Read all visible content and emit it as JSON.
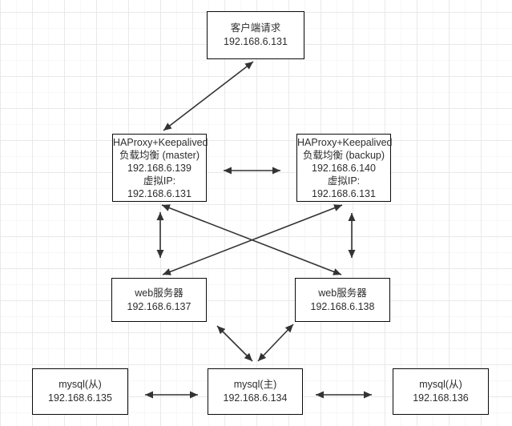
{
  "diagram": {
    "type": "network-architecture",
    "nodes": [
      {
        "id": "client",
        "lines": [
          "客户端请求",
          "192.168.6.131"
        ]
      },
      {
        "id": "haproxy-master",
        "lines": [
          "HAProxy+Keepalived",
          "负载均衡 (master)",
          "192.168.6.139",
          "虚拟IP:",
          "192.168.6.131"
        ]
      },
      {
        "id": "haproxy-backup",
        "lines": [
          "HAProxy+Keepalived",
          "负载均衡 (backup)",
          "192.168.6.140",
          "虚拟IP:",
          "192.168.6.131"
        ]
      },
      {
        "id": "web-1",
        "lines": [
          "web服务器",
          "192.168.6.137"
        ]
      },
      {
        "id": "web-2",
        "lines": [
          "web服务器",
          "192.168.6.138"
        ]
      },
      {
        "id": "mysql-slave-1",
        "lines": [
          "mysql(从)",
          "192.168.6.135"
        ]
      },
      {
        "id": "mysql-master",
        "lines": [
          "mysql(主)",
          "192.168.6.134"
        ]
      },
      {
        "id": "mysql-slave-2",
        "lines": [
          "mysql(从)",
          "192.168.136"
        ]
      }
    ],
    "edges": [
      {
        "from": "client",
        "to": "haproxy-master",
        "bidirectional": true
      },
      {
        "from": "haproxy-master",
        "to": "haproxy-backup",
        "bidirectional": true
      },
      {
        "from": "haproxy-master",
        "to": "web-1",
        "bidirectional": true
      },
      {
        "from": "haproxy-backup",
        "to": "web-2",
        "bidirectional": true
      },
      {
        "from": "haproxy-master",
        "to": "web-2",
        "bidirectional": true
      },
      {
        "from": "haproxy-backup",
        "to": "web-1",
        "bidirectional": true
      },
      {
        "from": "web-1",
        "to": "mysql-master",
        "bidirectional": true
      },
      {
        "from": "web-2",
        "to": "mysql-master",
        "bidirectional": true
      },
      {
        "from": "mysql-slave-1",
        "to": "mysql-master",
        "bidirectional": true
      },
      {
        "from": "mysql-master",
        "to": "mysql-slave-2",
        "bidirectional": true
      }
    ],
    "colors": {
      "background": "#ffffff",
      "grid_major": "#e9e9e9",
      "grid_minor": "#f7f7f7",
      "node_fill": "#ffffff",
      "node_border": "#0a0a0a",
      "arrow": "#333333",
      "text": "#2d2d2d"
    }
  }
}
